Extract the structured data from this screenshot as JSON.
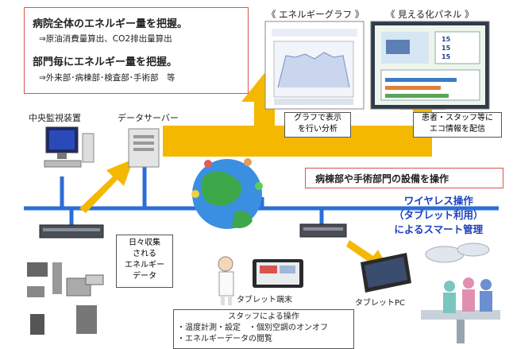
{
  "top_box": {
    "line1": "病院全体のエネルギー量を把握。",
    "line2": "⇒原油消費量算出、CO2排出量算出",
    "line3": "部門毎にエネルギー量を把握。",
    "line4": "⇒外来部･病棟部･検査部･手術部　等"
  },
  "graph_panel": {
    "title": "《 エネルギーグラフ 》",
    "caption_line1": "グラフで表示",
    "caption_line2": "を行い分析"
  },
  "visual_panel": {
    "title": "《 見える化パネル 》",
    "caption_line1": "患者・スタッフ等に",
    "caption_line2": "エコ情報を配信",
    "screen_values": [
      "15",
      "15",
      "15"
    ]
  },
  "labels": {
    "central_monitor": "中央監視装置",
    "data_server": "データサーバー",
    "operate_banner": "病棟部や手術部門の設備を操作",
    "wireless_line1": "ワイヤレス操作",
    "wireless_line2": "（タブレット利用）",
    "wireless_line3": "によるスマート管理",
    "daily_line1": "日々収集",
    "daily_line2": "される",
    "daily_line3": "エネルギー",
    "daily_line4": "データ",
    "tablet_terminal": "タブレット端末",
    "tablet_pc": "タブレットPC"
  },
  "staff_box": {
    "title": "スタッフによる操作",
    "line1": "・温度計測・設定　・個別空調のオンオフ",
    "line2": "・エネルギーデータの閲覧"
  },
  "colors": {
    "arrow": "#f5b800",
    "network": "#2b6fd6",
    "red_border": "#d9534f",
    "blue_text": "#1f3fbf"
  }
}
